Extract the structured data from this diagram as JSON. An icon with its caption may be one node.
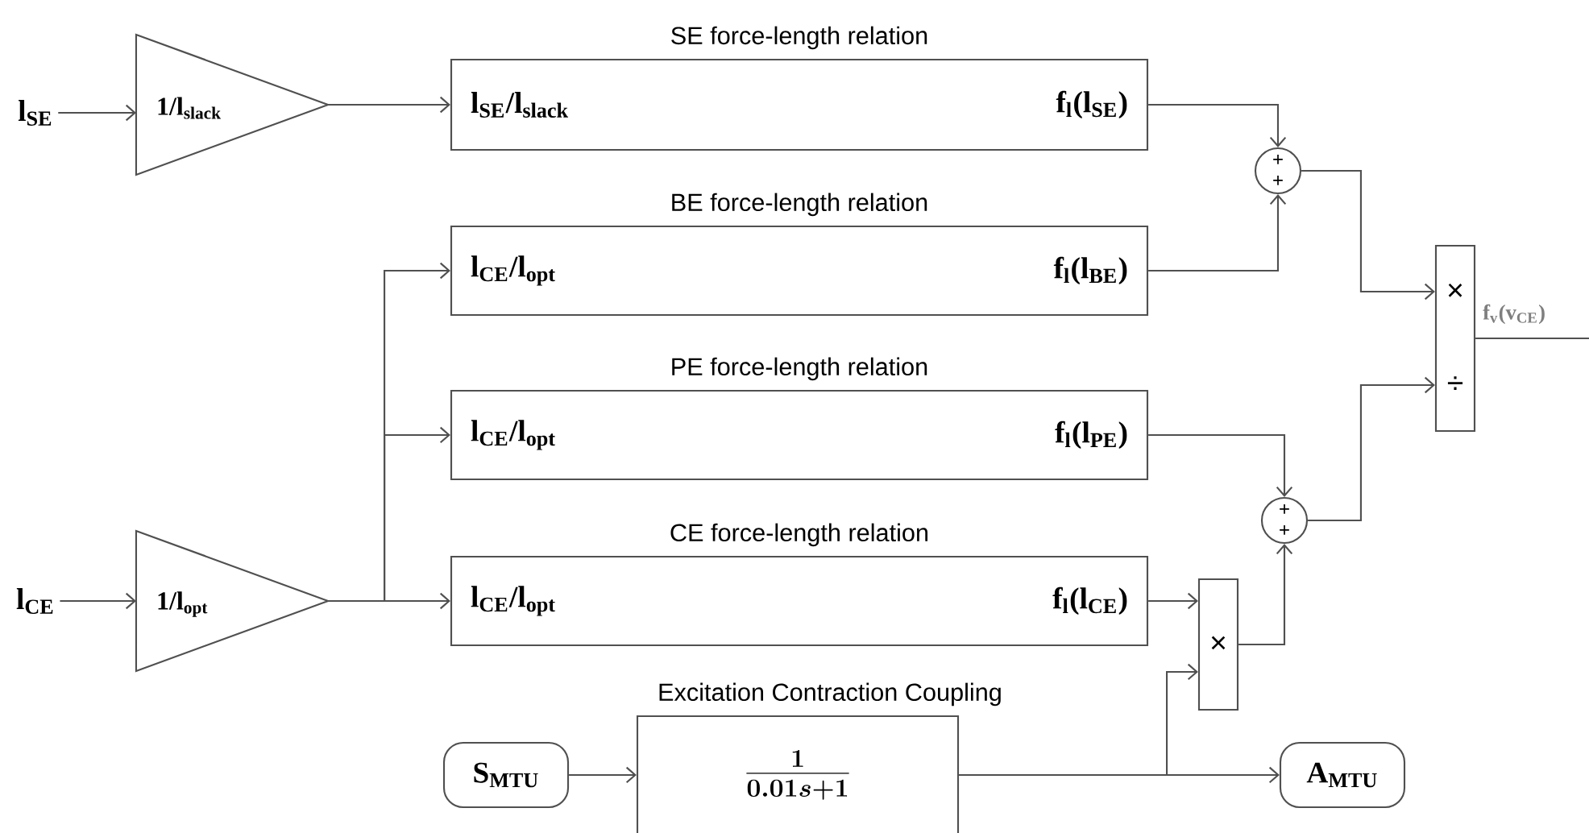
{
  "diagram": {
    "nodes": [
      {
        "text": [
          "l$_{SE}$"
        ]
      },
      {
        "text": [
          "1/l$_{slack}$"
        ]
      },
      {
        "text": [
          "SE force-length relation",
          "l$_{SE}$/l$_{slack}$",
          "f$_{l}$(l$_{SE}$)"
        ]
      },
      {
        "text": [
          "BE force-length relation",
          "l$_{CE}$/l$_{opt}$",
          "f$_{l}$(l$_{BE}$)"
        ]
      },
      {
        "text": [
          "PE force-length relation",
          "l$_{CE}$/l$_{opt}$",
          "f$_{l}$(l$_{PE}$)"
        ]
      },
      {
        "text": [
          "CE force-length relation",
          "l$_{CE}$/l$_{opt}$",
          "f$_{l}$(l$_{CE}$)"
        ]
      },
      {
        "text": [
          "l$_{CE}$"
        ]
      },
      {
        "text": [
          "1/l$_{opt}$"
        ]
      },
      {
        "text": [
          "+",
          "+"
        ]
      },
      {
        "text": [
          "+",
          "+"
        ]
      },
      {
        "text": [
          "×",
          "÷"
        ],
        "beside": [
          "f$_{v}$(v$_{CE}$)"
        ]
      },
      {
        "text": [
          "×"
        ]
      },
      {
        "text": [
          "S$_{MTU}$"
        ]
      },
      {
        "text": [
          "Excitation Contraction Coupling",
          "\\frac{1}{0.01s+1}"
        ]
      },
      {
        "text": [
          "A$_{MTU}$"
        ]
      }
    ],
    "edges": [
      {
        "from": 0,
        "to": 1,
        "arrow": "to"
      },
      {
        "from": 1,
        "to": 2,
        "arrow": "to"
      },
      {
        "from": 6,
        "to": 7,
        "arrow": "to"
      },
      {
        "from": 7,
        "to": 3,
        "arrow": "to"
      },
      {
        "from": 7,
        "to": 4,
        "arrow": "to"
      },
      {
        "from": 7,
        "to": 5,
        "arrow": "to"
      },
      {
        "from": 2,
        "to": 8,
        "arrow": "to"
      },
      {
        "from": 3,
        "to": 8,
        "arrow": "to"
      },
      {
        "from": 8,
        "to": 10,
        "arrow": "to"
      },
      {
        "from": 4,
        "to": 9,
        "arrow": "to"
      },
      {
        "from": 11,
        "to": 9,
        "arrow": "to"
      },
      {
        "from": 9,
        "to": 10,
        "arrow": "to"
      },
      {
        "from": 5,
        "to": 11,
        "arrow": "to"
      },
      {
        "from": 12,
        "to": 13,
        "arrow": "to"
      },
      {
        "from": 13,
        "to": 11,
        "arrow": "to"
      },
      {
        "from": 13,
        "to": 14,
        "arrow": "to"
      },
      {
        "from": 10,
        "to": null,
        "arrow": "none"
      }
    ]
  }
}
